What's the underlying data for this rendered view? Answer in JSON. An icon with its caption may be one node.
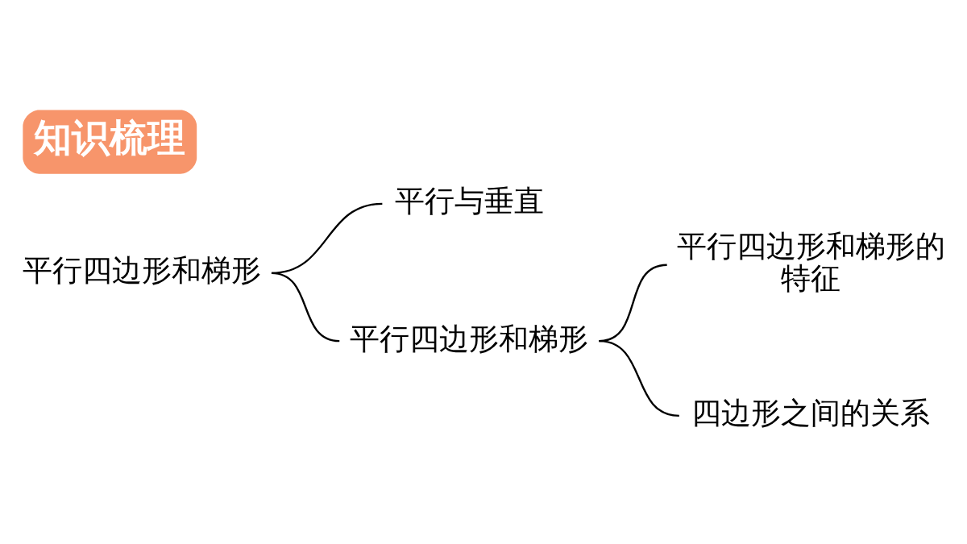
{
  "diagram": {
    "title": "知识梳理",
    "nodes": [
      {
        "text": [
          "平行四边形和梯形"
        ]
      },
      {
        "text": [
          "平行与垂直"
        ]
      },
      {
        "text": [
          "平行四边形和梯形"
        ]
      },
      {
        "text": [
          "平行四边形和梯形的特征"
        ]
      },
      {
        "text": [
          "四边形之间的关系"
        ]
      }
    ],
    "edges": [
      {
        "from": 0,
        "to": 1,
        "arrow": "none"
      },
      {
        "from": 0,
        "to": 2,
        "arrow": "none"
      },
      {
        "from": 2,
        "to": 3,
        "arrow": "none"
      },
      {
        "from": 2,
        "to": 4,
        "arrow": "none"
      }
    ]
  }
}
